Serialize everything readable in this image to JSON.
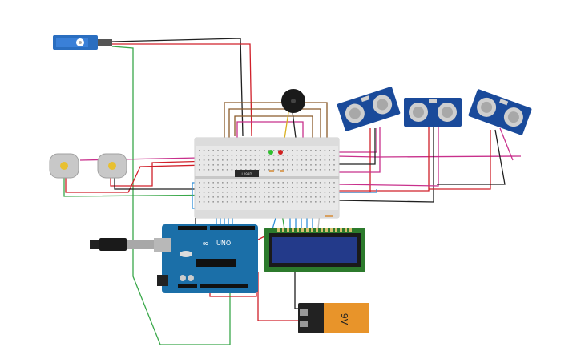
{
  "canvas": {
    "background": "#ffffff"
  },
  "wire_colors": {
    "red": "#d0202a",
    "black": "#202020",
    "green": "#3aa84a",
    "blue": "#2f8fd8",
    "pink": "#c8308c",
    "brown": "#8a5a2a",
    "yellow": "#d8b020",
    "orange": "#e07a20",
    "white": "#d8d8d8"
  },
  "component_colors": {
    "arduino": "#1b6fa8",
    "sensor": "#1a4a9a",
    "lcd_frame": "#2c7a2c",
    "lcd_screen": "#233a8a",
    "battery_body": "#222222",
    "battery_cap": "#e8942a",
    "motor": "#c8c8c8",
    "motor_shaft": "#e8c030",
    "servo": "#2a6ec0",
    "buzzer": "#1a1a1a",
    "breadboard": "#e8e8e8"
  },
  "labels": {
    "arduino_logo": "UNO",
    "battery": "9V",
    "ic_chip": "L293D"
  },
  "icons": {
    "servo": "servo-motor-icon",
    "motor": "dc-motor-icon",
    "buzzer": "piezo-buzzer-icon",
    "sensor": "ultrasonic-sensor-icon",
    "usb": "usb-plug-icon",
    "battery": "battery-9v-icon"
  }
}
